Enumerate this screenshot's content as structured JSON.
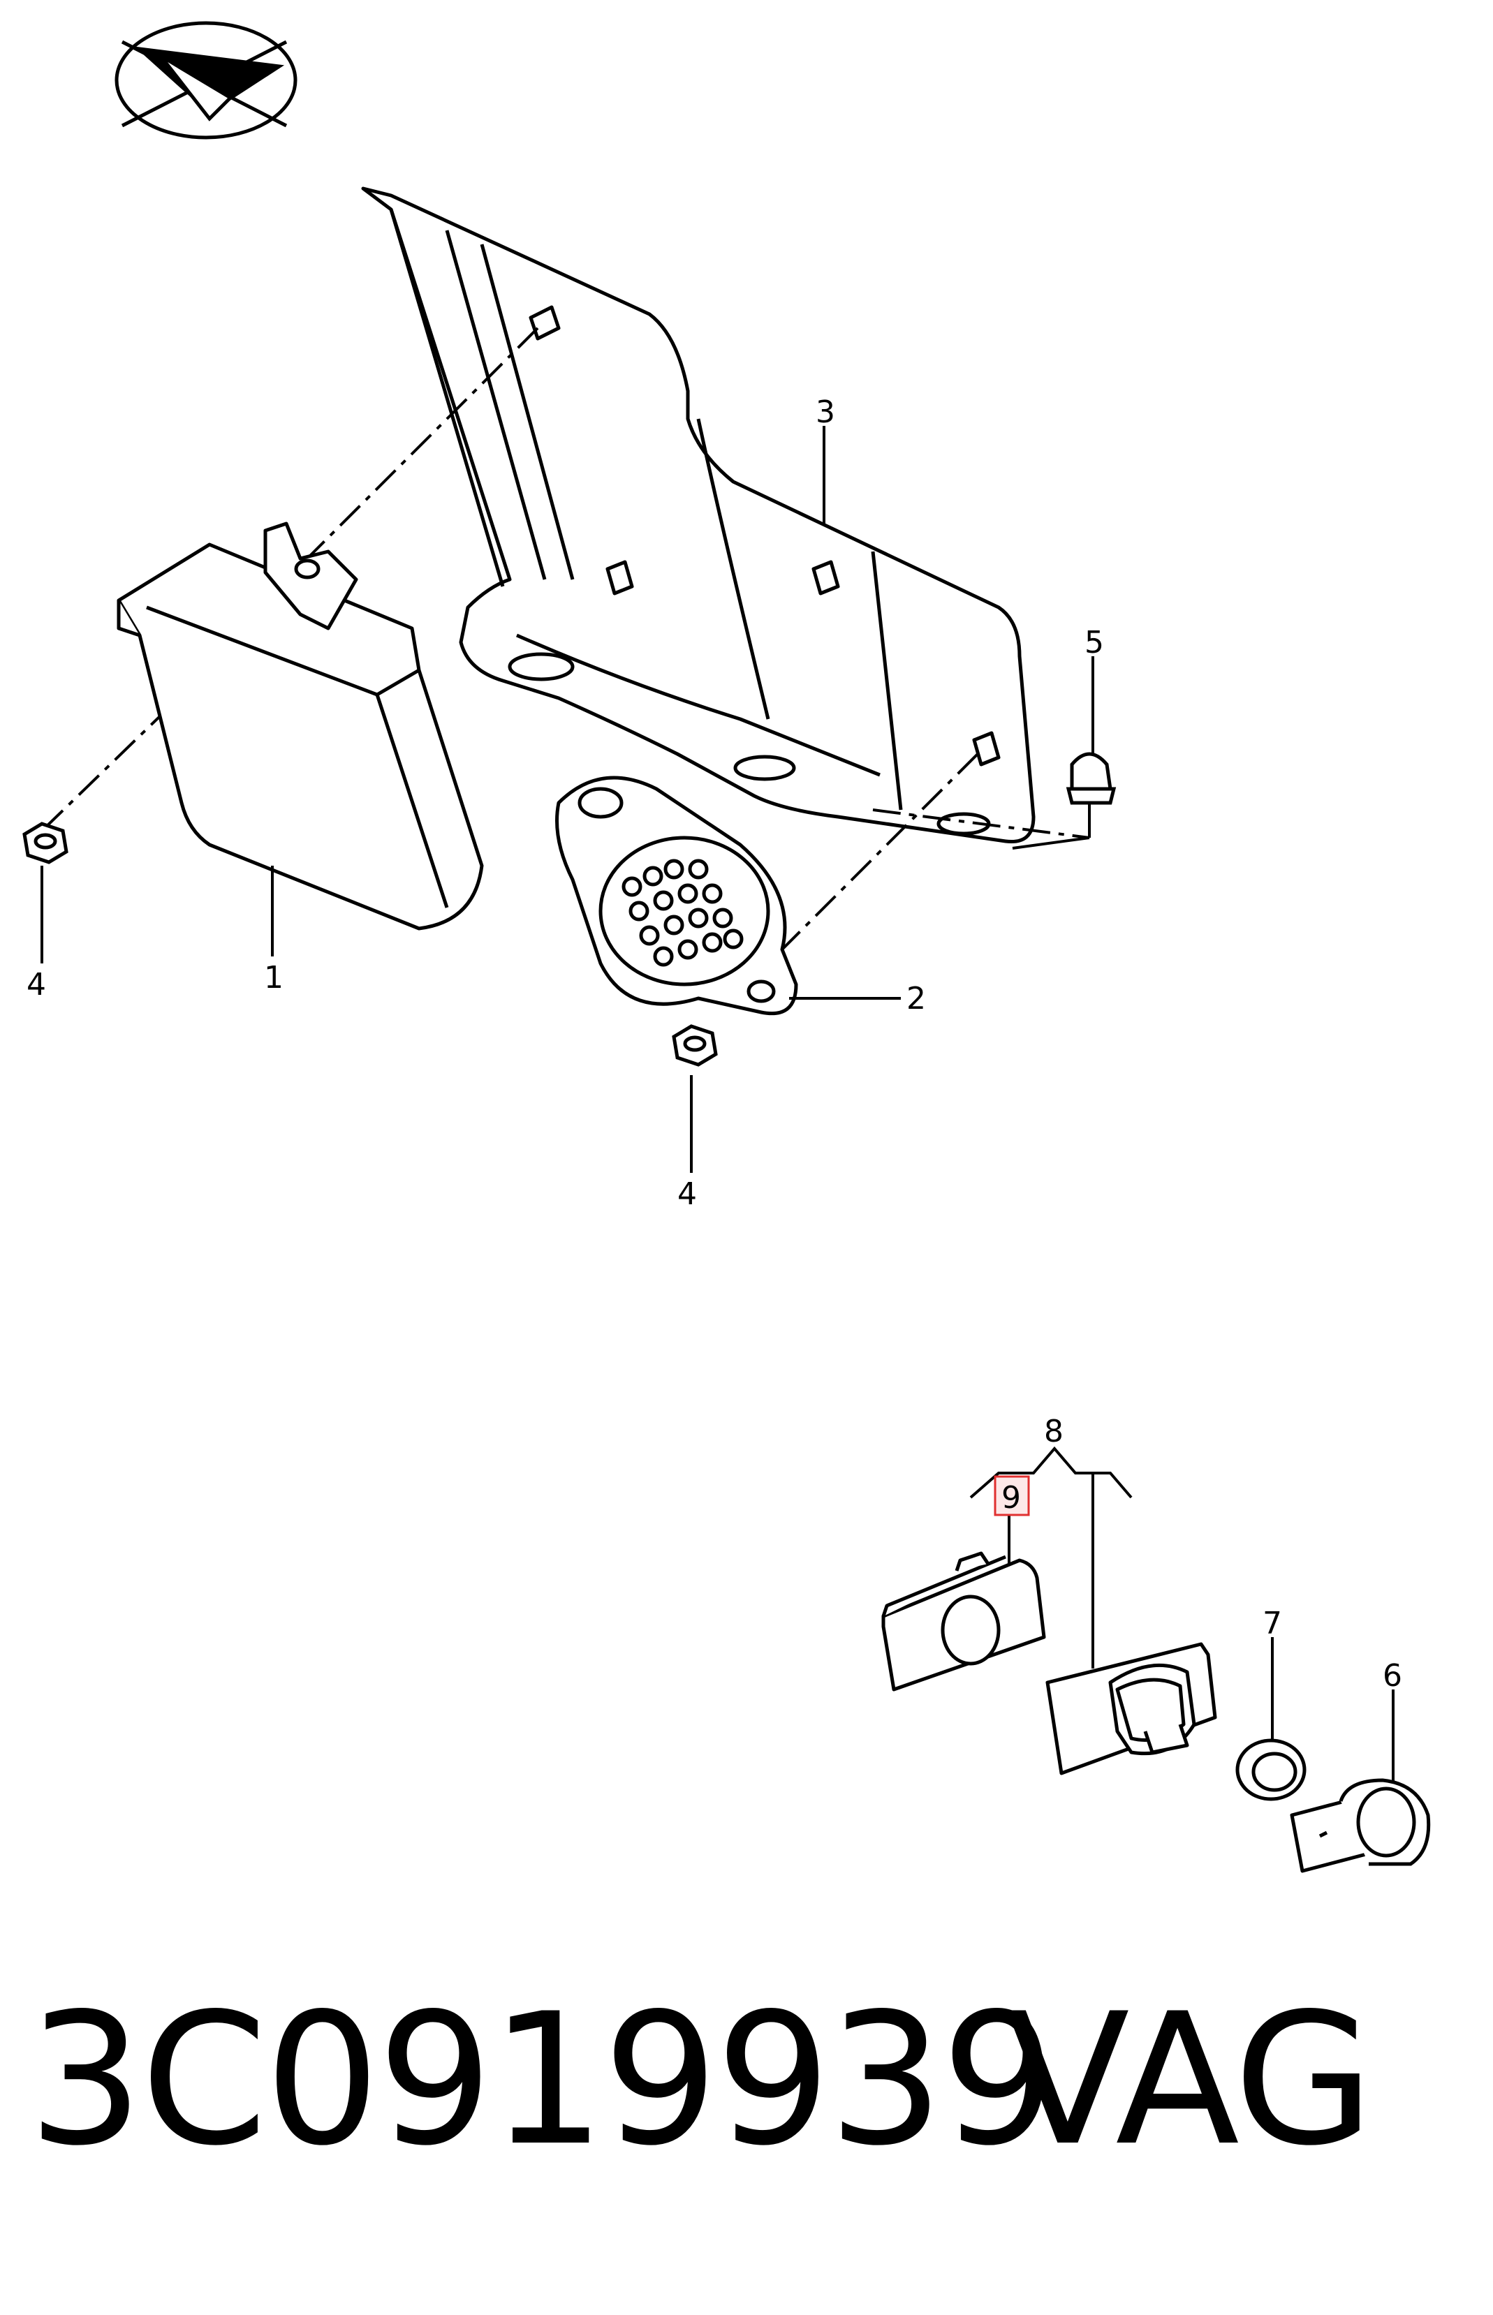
{
  "diagram": {
    "callouts": {
      "c1": "1",
      "c2": "2",
      "c3": "3",
      "c4a": "4",
      "c4b": "4",
      "c5": "5",
      "c6": "6",
      "c7": "7",
      "c8": "8",
      "c9": "9"
    },
    "highlight_color": "#e03030"
  },
  "footer": {
    "part_number": "3C0919939",
    "brand": "VAG"
  }
}
